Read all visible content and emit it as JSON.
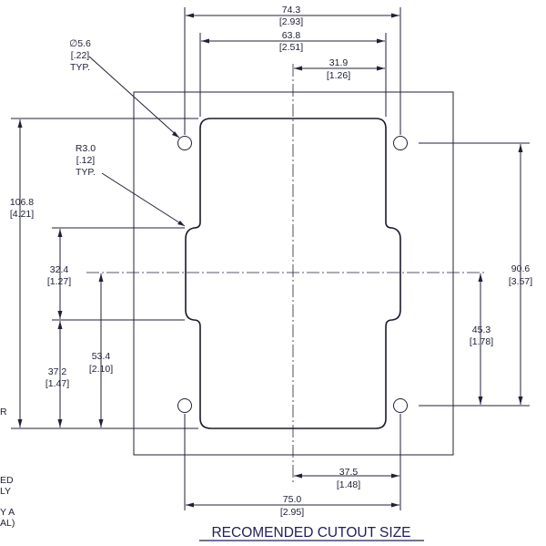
{
  "drawing": {
    "title": "RECOMENDED CUTOUT SIZE",
    "callouts": {
      "hole_dia": "∅5.6",
      "hole_dia_in": "[.22]",
      "hole_typ": "TYP.",
      "radius": "R3.0",
      "radius_in": "[.12]",
      "radius_typ": "TYP."
    },
    "dims": {
      "top_overall": "74.3",
      "top_overall_in": "[2.93]",
      "top_cutout": "63.8",
      "top_cutout_in": "[2.51]",
      "top_half": "31.9",
      "top_half_in": "[1.26]",
      "left_height": "106.8",
      "left_height_in": "[4.21]",
      "left_notch": "32.4",
      "left_notch_in": "[1.27]",
      "left_lower": "37.2",
      "left_lower_in": "[1.47]",
      "left_center": "53.4",
      "left_center_in": "[2.10]",
      "right_holes": "90.6",
      "right_holes_in": "[3.57]",
      "right_half": "45.3",
      "right_half_in": "[1.78]",
      "bottom_half": "37.5",
      "bottom_half_in": "[1.48]",
      "bottom_overall": "75.0",
      "bottom_overall_in": "[2.95]"
    },
    "edge_fragments": {
      "r": "R",
      "ed": "ED",
      "ly": "LY",
      "ya": "Y A",
      "al": "AL)"
    }
  }
}
